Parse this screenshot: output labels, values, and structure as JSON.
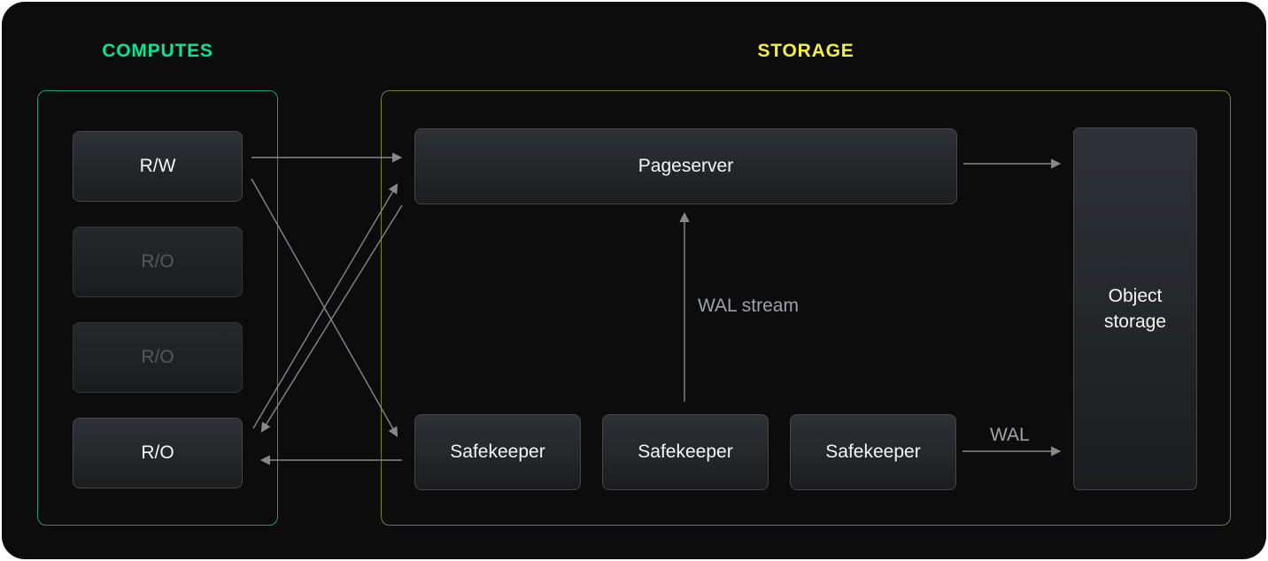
{
  "page": {
    "background": "#0c0c0d",
    "accent_green": "#00e599",
    "accent_yellow": "#f5ef44",
    "arrow_color": "#85888d"
  },
  "computes": {
    "title": "COMPUTES",
    "nodes": [
      {
        "label": "R/W",
        "state": "active"
      },
      {
        "label": "R/O",
        "state": "inactive"
      },
      {
        "label": "R/O",
        "state": "inactive"
      },
      {
        "label": "R/O",
        "state": "active"
      }
    ]
  },
  "storage": {
    "title": "STORAGE",
    "pageserver": {
      "label": "Pageserver"
    },
    "safekeepers": [
      {
        "label": "Safekeeper"
      },
      {
        "label": "Safekeeper"
      },
      {
        "label": "Safekeeper"
      }
    ],
    "object_storage": {
      "label": "Object storage"
    }
  },
  "edge_labels": {
    "wal_stream": "WAL stream",
    "wal": "WAL"
  }
}
